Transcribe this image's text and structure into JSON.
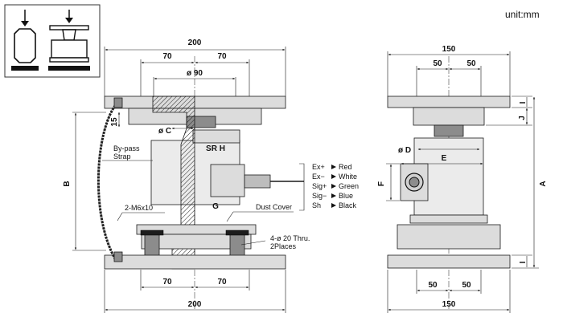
{
  "unit_label": "unit:mm",
  "front_view": {
    "dim_top_width": "200",
    "dim_top_left_half": "70",
    "dim_top_right_half": "70",
    "dim_diameter": "ø 90",
    "dim_height_b": "B",
    "dim_15": "15",
    "dim_c": "ø C",
    "label_srh": "SR H",
    "label_g": "G",
    "label_bypass_line1": "By-pass",
    "label_bypass_line2": "Strap",
    "label_bolt": "2-M6x10",
    "label_dust_cover": "Dust Cover",
    "label_holes_line1": "4-ø 20 Thru.",
    "label_holes_line2": "2Places",
    "dim_bottom_left_half": "70",
    "dim_bottom_right_half": "70",
    "dim_bottom_width": "200",
    "wires": [
      {
        "signal": "Ex+",
        "color": "Red"
      },
      {
        "signal": "Ex−",
        "color": "White"
      },
      {
        "signal": "Sig+",
        "color": "Green"
      },
      {
        "signal": "Sig−",
        "color": "Blue"
      },
      {
        "signal": "Sh",
        "color": "Black"
      }
    ]
  },
  "side_view": {
    "dim_top_width": "150",
    "dim_top_left_half": "50",
    "dim_top_right_half": "50",
    "dim_i_top": "I",
    "dim_j": "J",
    "dim_d": "ø D",
    "dim_e": "E",
    "dim_f": "F",
    "dim_a": "A",
    "dim_i_bottom": "I",
    "dim_bottom_left_half": "50",
    "dim_bottom_right_half": "50",
    "dim_bottom_width": "150"
  }
}
